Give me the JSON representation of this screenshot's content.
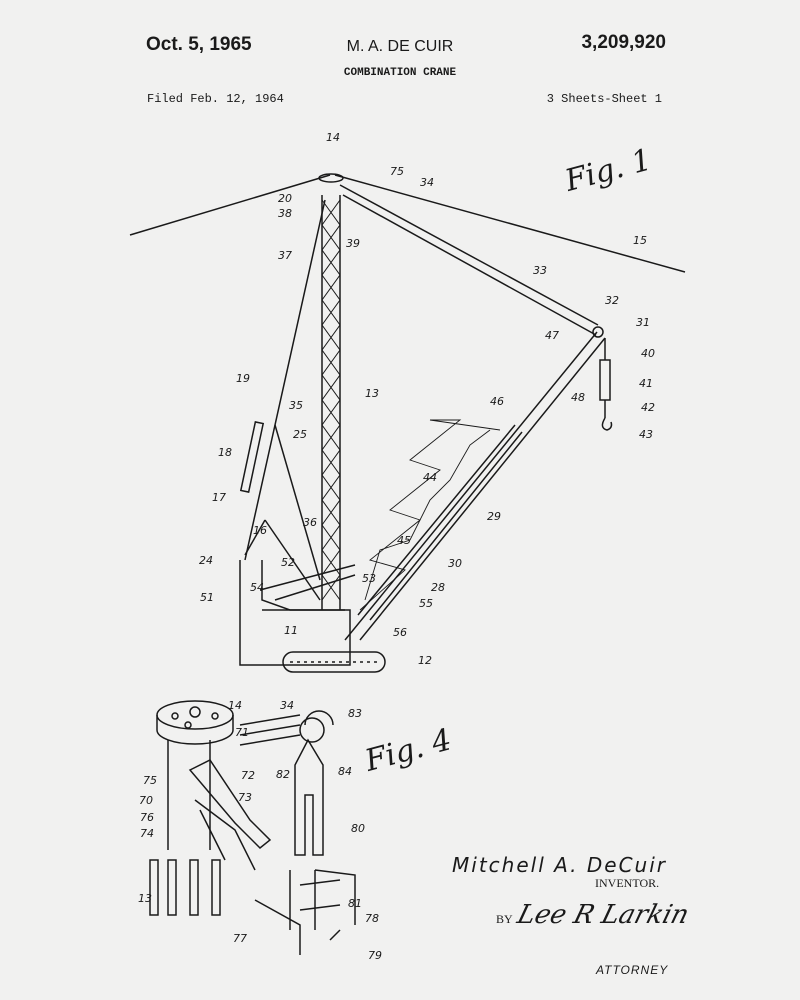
{
  "header": {
    "date": "Oct. 5, 1965",
    "inventor_short": "M. A. DE CUIR",
    "patent_number": "3,209,920",
    "title": "COMBINATION CRANE",
    "filed": "Filed Feb. 12, 1964",
    "sheets": "3 Sheets-Sheet 1"
  },
  "figures": {
    "fig1": "Fig. 1",
    "fig4": "Fig. 4"
  },
  "fig1_labels": [
    "14",
    "75",
    "34",
    "20",
    "38",
    "39",
    "37",
    "15",
    "33",
    "32",
    "31",
    "47",
    "40",
    "41",
    "48",
    "42",
    "43",
    "19",
    "13",
    "35",
    "46",
    "25",
    "18",
    "44",
    "17",
    "29",
    "16",
    "36",
    "45",
    "24",
    "52",
    "30",
    "53",
    "54",
    "28",
    "51",
    "55",
    "11",
    "56",
    "12"
  ],
  "fig4_labels": [
    "14",
    "34",
    "83",
    "71",
    "82",
    "84",
    "72",
    "75",
    "73",
    "70",
    "76",
    "74",
    "80",
    "13",
    "81",
    "78",
    "77",
    "79"
  ],
  "signature": {
    "inventor": "Mitchell A. DeCuir",
    "inventor_caption": "INVENTOR.",
    "by": "BY",
    "attorney_signature": "Lee R Larkin",
    "attorney_caption": "ATTORNEY"
  }
}
